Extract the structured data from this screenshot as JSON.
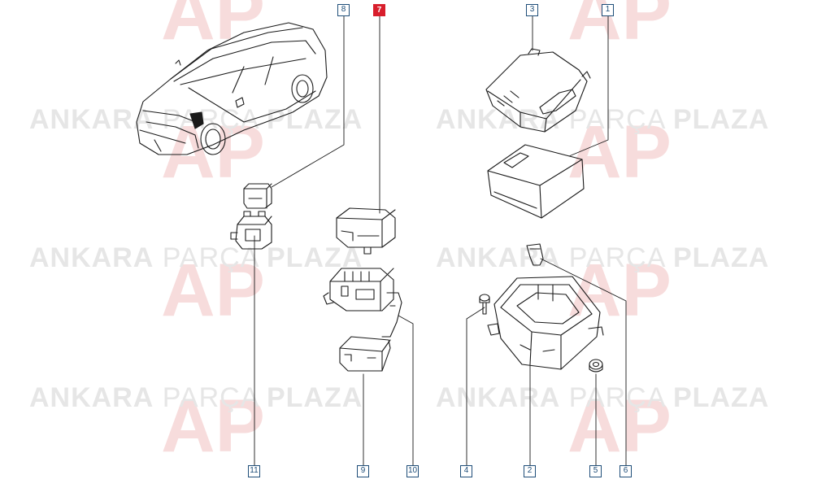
{
  "watermark": {
    "word_bold_1": "ANKARA",
    "word_thin": "PARÇA",
    "word_bold_2": "PLAZA",
    "logo_letters": "AP",
    "color": "#e6e6e6",
    "logo_color": "#f7dcdc"
  },
  "callouts": [
    {
      "id": "8",
      "label": "8"
    },
    {
      "id": "7",
      "label": "7",
      "highlight": true
    },
    {
      "id": "3",
      "label": "3"
    },
    {
      "id": "1",
      "label": "1"
    },
    {
      "id": "11",
      "label": "11"
    },
    {
      "id": "9",
      "label": "9"
    },
    {
      "id": "10",
      "label": "10"
    },
    {
      "id": "4",
      "label": "4"
    },
    {
      "id": "2",
      "label": "2"
    },
    {
      "id": "5",
      "label": "5"
    },
    {
      "id": "6",
      "label": "6"
    }
  ],
  "colors": {
    "line": "#1a1a1a",
    "callout_border": "#1f4e79",
    "highlight": "#d81e2c"
  }
}
